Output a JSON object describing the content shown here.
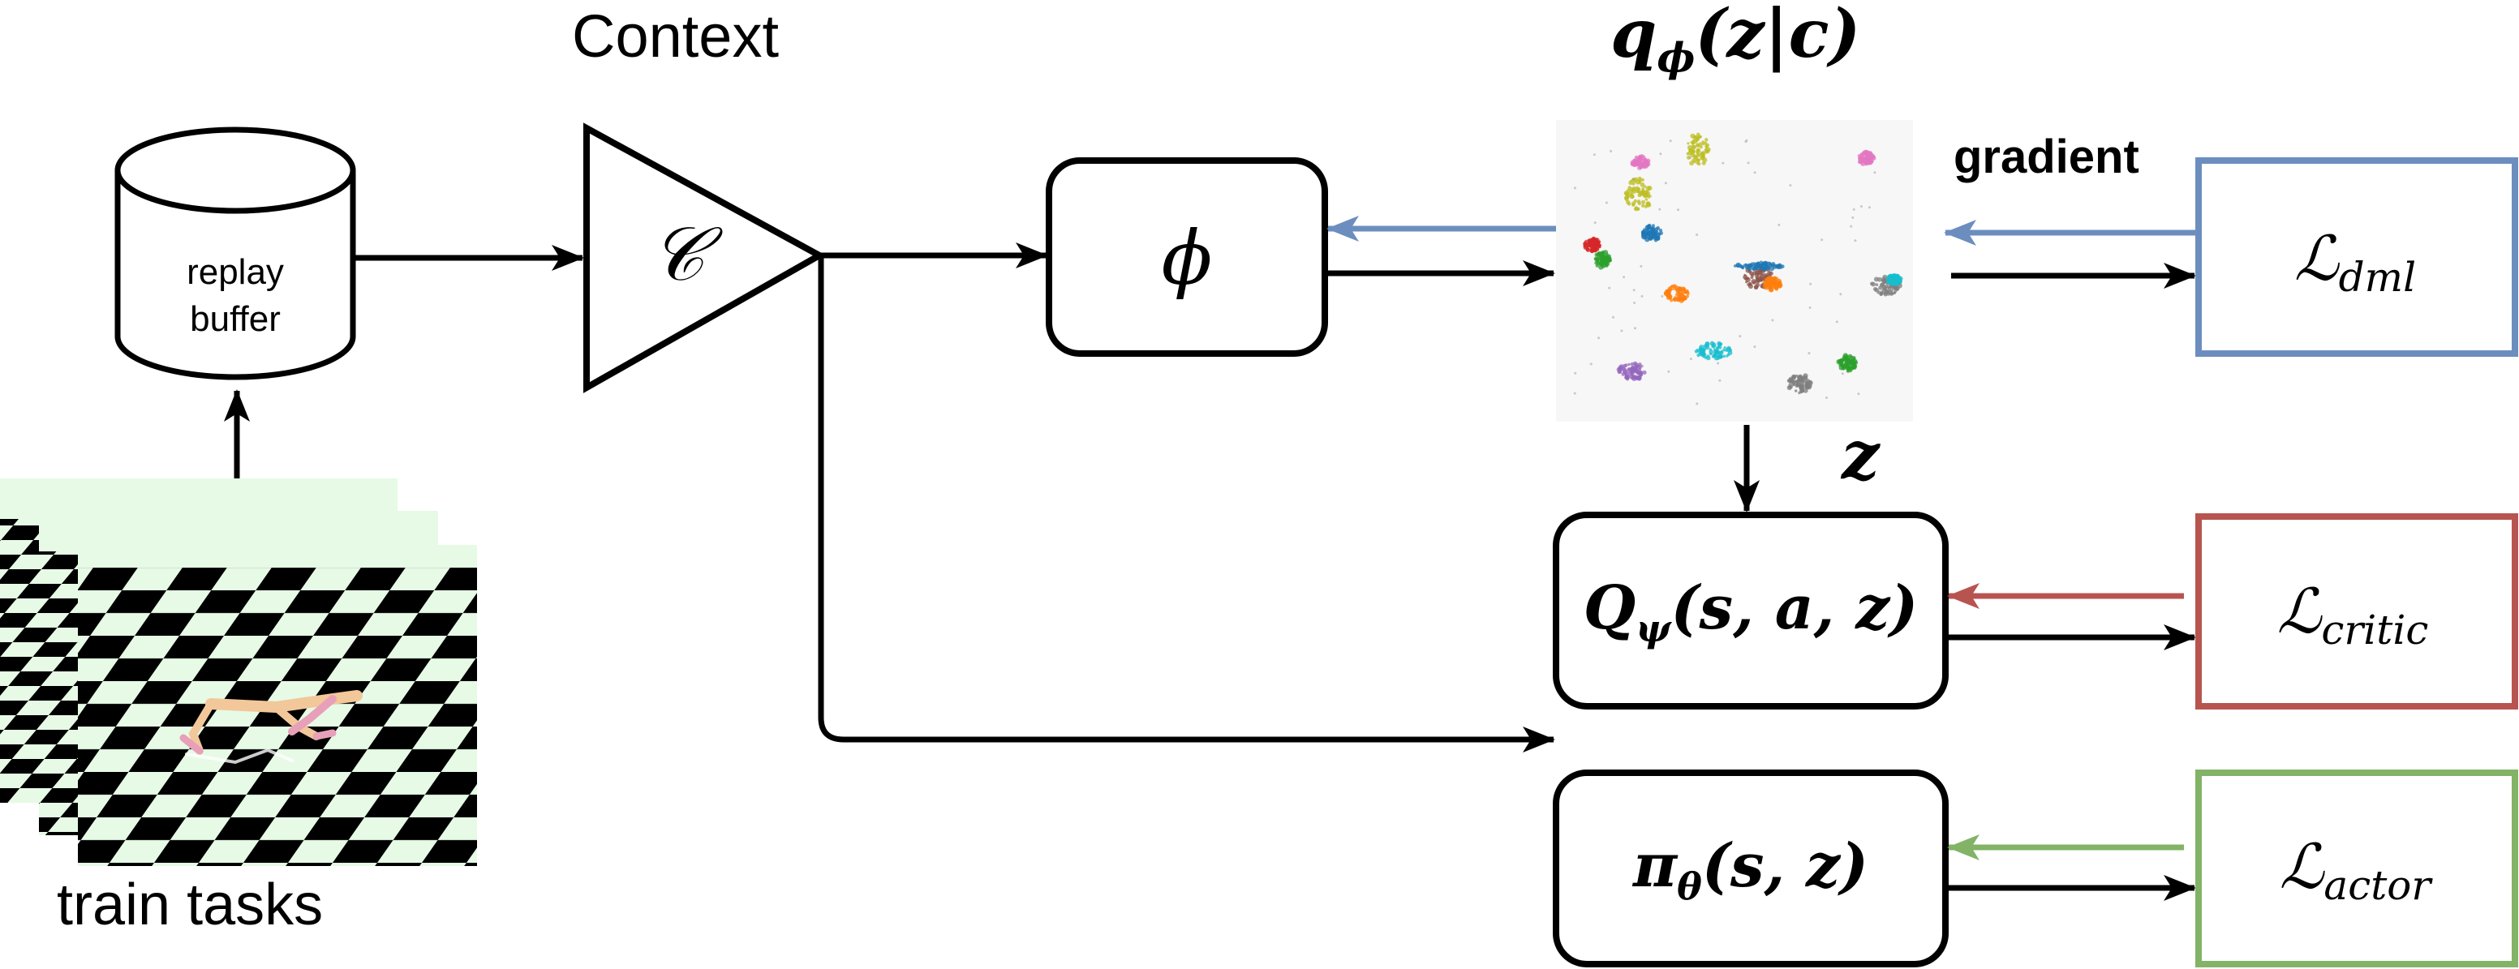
{
  "labels": {
    "context": "Context",
    "replay_buffer_line1": "replay",
    "replay_buffer_line2": "buffer",
    "train_tasks": "train tasks",
    "gradient": "gradient",
    "encoder_symbol": "𝒞",
    "phi_box": "ϕ",
    "posterior": {
      "main": "q",
      "sub": "ϕ",
      "args": "(z|c)"
    },
    "latent": "z",
    "critic_box": {
      "main": "Q",
      "sub": "ψ",
      "args": "(s, a, z)"
    },
    "actor_box": {
      "main": "π",
      "sub": "θ",
      "args": "(s, z)"
    },
    "loss_dml": {
      "main": "ℒ",
      "sub": "dml"
    },
    "loss_critic": {
      "main": "ℒ",
      "sub": "critic"
    },
    "loss_actor": {
      "main": "ℒ",
      "sub": "actor"
    }
  },
  "colors": {
    "dml": "#6c8ebf",
    "critic": "#b85450",
    "actor": "#82b366",
    "checker_light": "#e6fae6",
    "checker_dark": "#000000",
    "line": "#000000"
  },
  "icons": {
    "replay_buffer": "database-cylinder-icon",
    "encoder": "triangle-encoder-icon",
    "cluster_plot": "latent-cluster-scatter",
    "train_tasks": "checkerboard-environment-image"
  }
}
